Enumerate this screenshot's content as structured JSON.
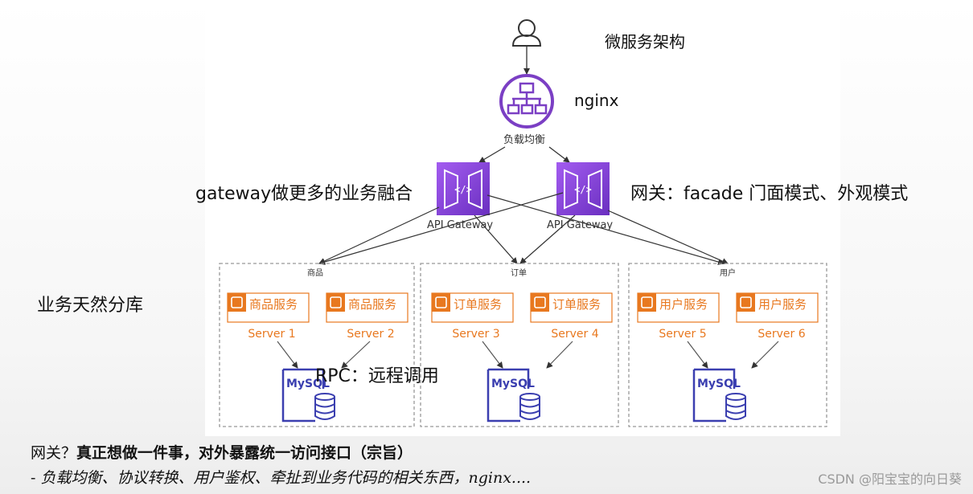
{
  "labels": {
    "title": "微服务架构",
    "nginx": "nginx",
    "load_balance": "负载均衡",
    "gateway_note": "gateway做更多的业务融合",
    "gateway_role": "网关：facade 门面模式、外观模式",
    "api_gateway_1": "API Gateway",
    "api_gateway_2": "API Gateway",
    "split_note": "业务天然分库",
    "rpc_note": "RPC：远程调用"
  },
  "groups": [
    {
      "name": "商品",
      "services": [
        {
          "label": "商品服务",
          "server": "Server 1"
        },
        {
          "label": "商品服务",
          "server": "Server 2"
        }
      ],
      "db": "MySQL"
    },
    {
      "name": "订单",
      "services": [
        {
          "label": "订单服务",
          "server": "Server 3"
        },
        {
          "label": "订单服务",
          "server": "Server 4"
        }
      ],
      "db": "MySQL"
    },
    {
      "name": "用户",
      "services": [
        {
          "label": "用户服务",
          "server": "Server 5"
        },
        {
          "label": "用户服务",
          "server": "Server 6"
        }
      ],
      "db": "MySQL"
    }
  ],
  "notes": {
    "question_prefix": "网关？",
    "question_bold": "真正想做一件事，对外暴露统一访问接口（宗旨）",
    "list_prefix": "- ",
    "list_items": "负载均衡、协议转换、用户鉴权、牵扯到业务代码的相关东西，",
    "list_suffix": "nginx...."
  },
  "watermark": "CSDN @阳宝宝的向日葵",
  "colors": {
    "purple": "#7b3fc4",
    "orange": "#e8781f",
    "mysql": "#3b3fb0",
    "arrow": "#333333",
    "dashed": "#999999"
  }
}
